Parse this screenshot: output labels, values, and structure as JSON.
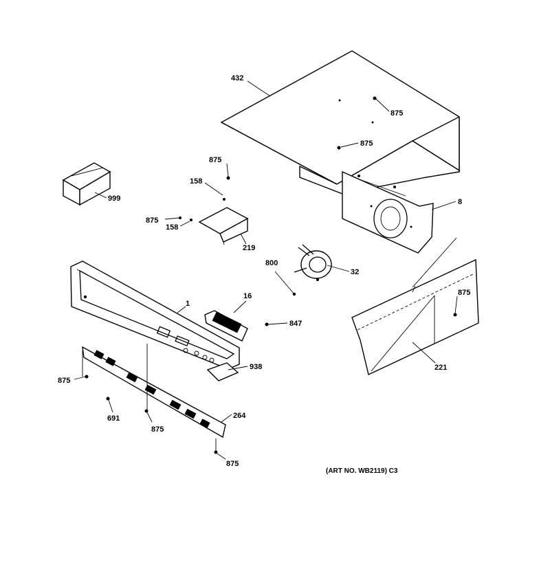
{
  "labels": {
    "l432": "432",
    "l875_top_a": "875",
    "l875_top_b": "875",
    "l875_bracket_top": "875",
    "l158_a": "158",
    "l875_bracket_left": "875",
    "l158_b": "158",
    "l219": "219",
    "l999": "999",
    "l8": "8",
    "l800": "800",
    "l32": "32",
    "l1": "1",
    "l16": "16",
    "l847": "847",
    "l875_right": "875",
    "l221": "221",
    "l938": "938",
    "l875_left": "875",
    "l691": "691",
    "l875_bottom_mid": "875",
    "l264": "264",
    "l875_bottom": "875"
  },
  "art_number": "(ART NO. WB2119) C3"
}
